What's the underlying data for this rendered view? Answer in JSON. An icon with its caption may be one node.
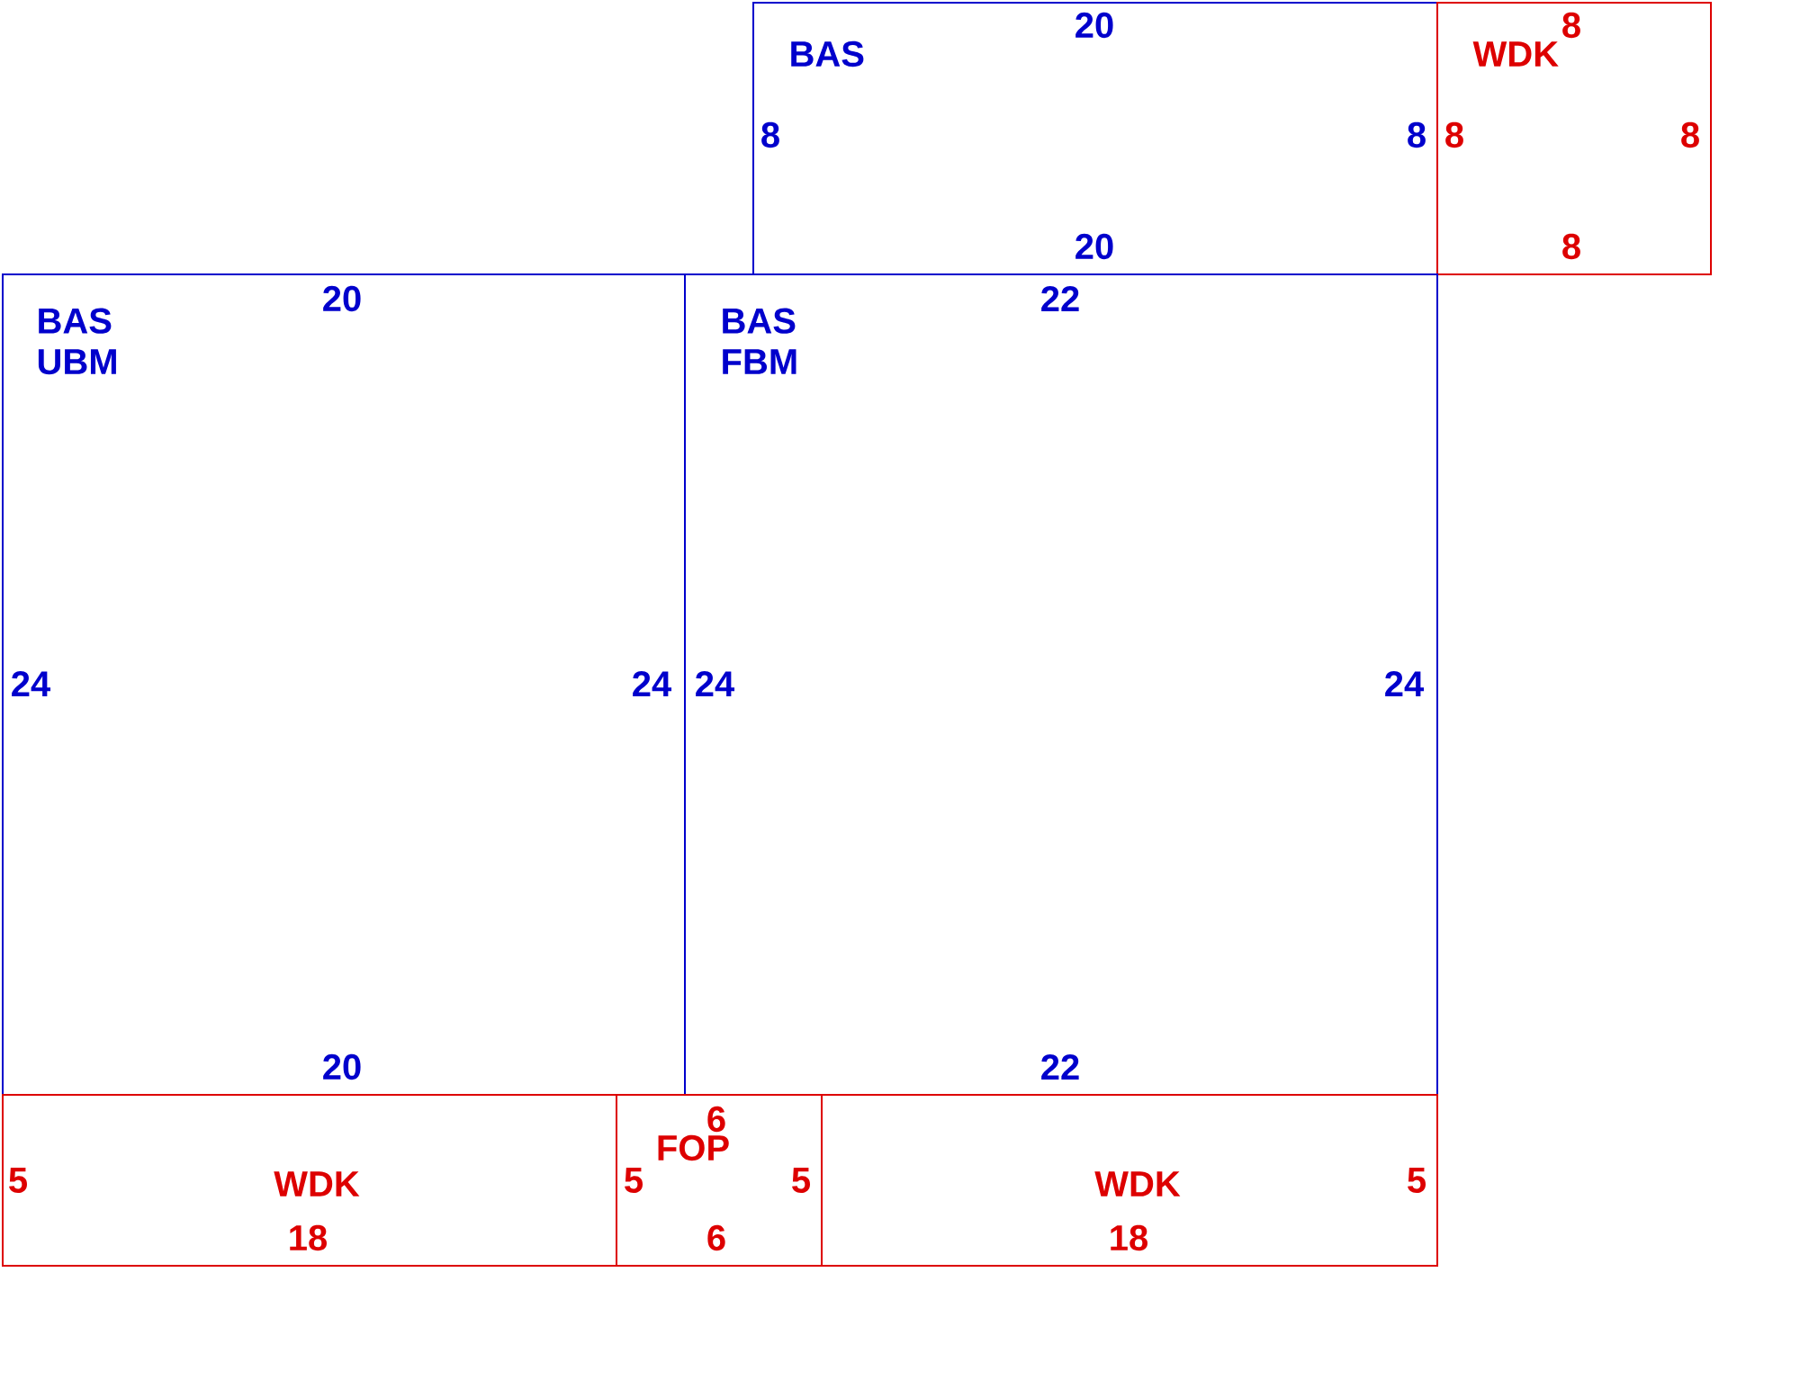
{
  "diagram": {
    "nodes": [
      {
        "text": [
          "20",
          "BAS",
          "8",
          "8",
          "20"
        ]
      },
      {
        "text": [
          "8",
          "WDK",
          "8",
          "8",
          "8"
        ]
      },
      {
        "text": [
          "BAS UBM",
          "20",
          "24",
          "24",
          "20"
        ]
      },
      {
        "text": [
          "BAS FBM",
          "22",
          "24",
          "24",
          "22"
        ]
      },
      {
        "text": [
          "5",
          "WDK",
          "18"
        ]
      },
      {
        "text": [
          "6",
          "FOP",
          "5",
          "5",
          "6"
        ]
      },
      {
        "text": [
          "WDK",
          "5",
          "18"
        ]
      }
    ]
  }
}
